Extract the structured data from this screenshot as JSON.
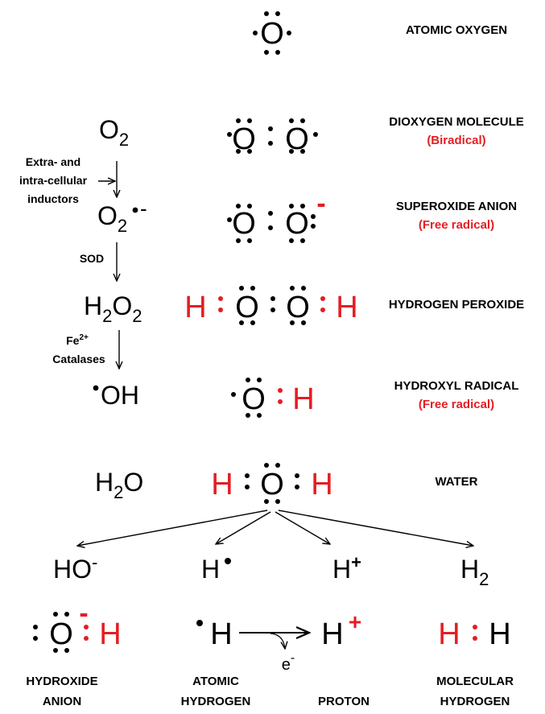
{
  "colors": {
    "black": "#000000",
    "red": "#e31e24"
  },
  "species": [
    {
      "id": "atomic-oxygen",
      "label": "ATOMIC OXYGEN",
      "note": ""
    },
    {
      "id": "dioxygen",
      "label": "DIOXYGEN MOLECULE",
      "note": "(Biradical)"
    },
    {
      "id": "superoxide",
      "label": "SUPEROXIDE ANION",
      "note": "(Free radical)"
    },
    {
      "id": "hydrogen-peroxide",
      "label": "HYDROGEN PEROXIDE",
      "note": ""
    },
    {
      "id": "hydroxyl",
      "label": "HYDROXYL RADICAL",
      "note": "(Free radical)"
    },
    {
      "id": "water",
      "label": "WATER",
      "note": ""
    }
  ],
  "formulas": {
    "o2": "O",
    "o2_sub": "2",
    "superoxide": "O",
    "superoxide_sub": "2",
    "superoxide_charge": "-",
    "h2o2_h": "H",
    "h2o2_sub1": "2",
    "h2o2_o": "O",
    "h2o2_sub2": "2",
    "hydroxyl": "OH",
    "water_h": "H",
    "water_sub": "2",
    "water_o": "O"
  },
  "steps": {
    "inductors": [
      "Extra- and",
      "intra-cellular",
      "inductors"
    ],
    "sod": "SOD",
    "fe": "Fe",
    "fe_charge": "2+",
    "catalases": "Catalases"
  },
  "products": [
    {
      "id": "hydroxide",
      "formula": "HO",
      "sup": "-",
      "sub": "",
      "label": [
        "HYDROXIDE",
        "ANION"
      ]
    },
    {
      "id": "atomic-hydrogen",
      "formula": "H",
      "sup": "",
      "sub": "",
      "label": [
        "ATOMIC",
        "HYDROGEN"
      ]
    },
    {
      "id": "proton",
      "formula": "H",
      "sup": "+",
      "sub": "",
      "label": [
        "PROTON"
      ]
    },
    {
      "id": "molecular-hydrogen",
      "formula": "H",
      "sup": "",
      "sub": "2",
      "label": [
        "MOLECULAR",
        "HYDROGEN"
      ]
    }
  ],
  "lewis": {
    "o": "O",
    "h": "H",
    "minus": "-",
    "plus": "+",
    "electron": "e",
    "electron_charge": "-"
  }
}
